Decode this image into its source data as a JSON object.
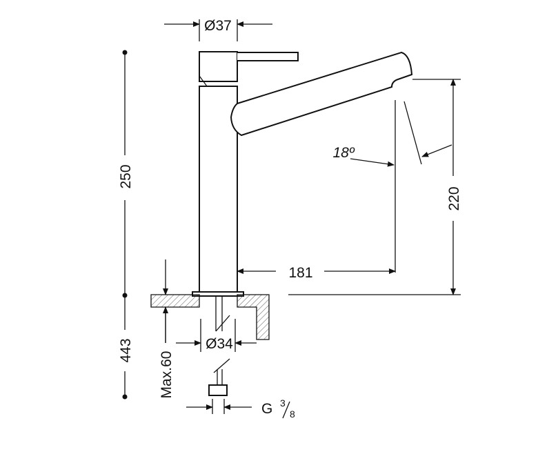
{
  "drawing": {
    "dimensions": {
      "top_diameter": "Ø37",
      "base_diameter": "Ø34",
      "height_body": "250",
      "total_length": "443",
      "max_thickness": "Max.60",
      "spout_height": "220",
      "spout_reach": "181",
      "swivel_angle": "18º",
      "thread_prefix": "G",
      "thread_num": "3",
      "thread_den": "8"
    }
  }
}
